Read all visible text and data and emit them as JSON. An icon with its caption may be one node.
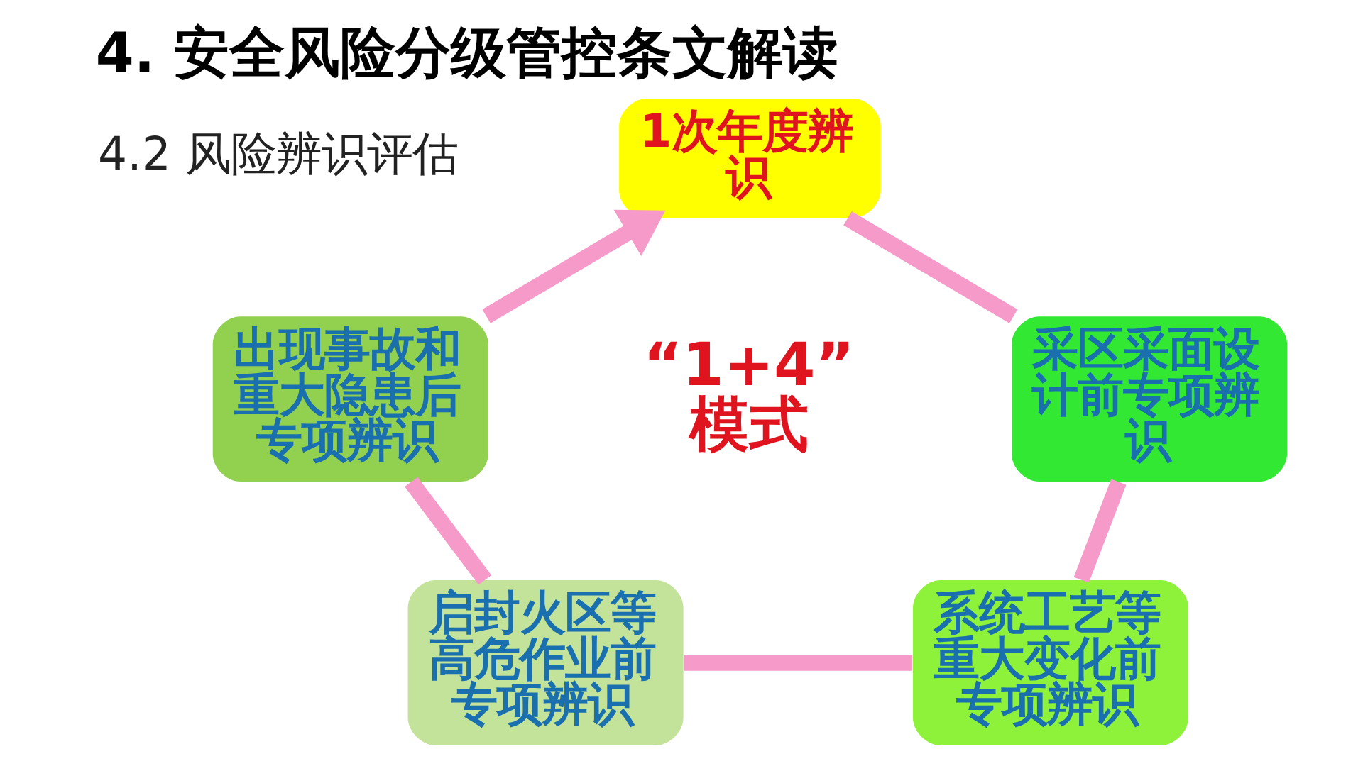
{
  "diagram": {
    "title": "4. 安全风险分级管控条文解读",
    "nodes": [
      {
        "text": [
          "1次年度辨识"
        ]
      },
      {
        "text": [
          "出现事故和重大隐患后专项辨识"
        ]
      },
      {
        "text": [
          "采区采面设计前专项辨识"
        ]
      },
      {
        "text": [
          "启封火区等高危作业前专项辨识"
        ]
      },
      {
        "text": [
          "系统工艺等重大变化前专项辨识"
        ]
      }
    ],
    "edges": [
      {
        "from": 0,
        "to": 2,
        "arrow": "none"
      },
      {
        "from": 2,
        "to": 4,
        "arrow": "none"
      },
      {
        "from": 3,
        "to": 4,
        "arrow": "none"
      },
      {
        "from": 1,
        "to": 3,
        "arrow": "none"
      },
      {
        "from": 1,
        "to": 0,
        "arrow": "to"
      }
    ],
    "labels": [
      "4.2 风险辨识评估",
      "“1+4”模式"
    ]
  }
}
